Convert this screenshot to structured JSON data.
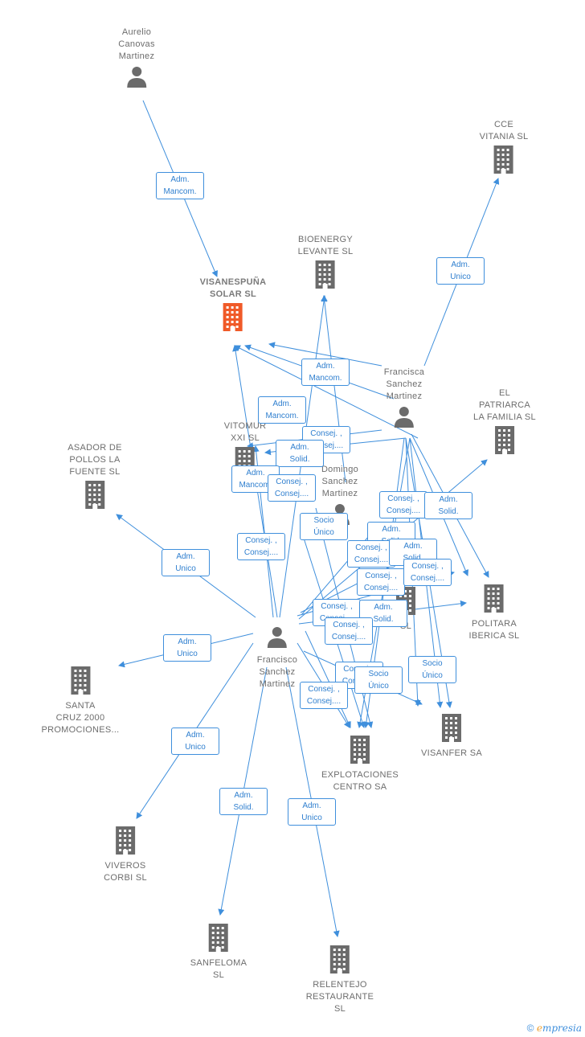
{
  "colors": {
    "edge": "#3f8fdc",
    "person": "#6b6b6b",
    "company": "#6b6b6b",
    "main_company": "#f05a28"
  },
  "nodes": [
    {
      "id": "aurelio",
      "type": "person",
      "label": "Aurelio\nCanovas\nMartinez",
      "icon": "person-icon"
    },
    {
      "id": "visanespuna",
      "type": "main-company",
      "label": "VISANESPUÑA\nSOLAR SL",
      "icon": "building-icon"
    },
    {
      "id": "bioenergy",
      "type": "company",
      "label": "BIOENERGY\nLEVANTE SL",
      "icon": "building-icon"
    },
    {
      "id": "cce",
      "type": "company",
      "label": "CCE\nVITANIA SL",
      "icon": "building-icon"
    },
    {
      "id": "francisca",
      "type": "person",
      "label": "Francisca\nSanchez\nMartinez",
      "icon": "person-icon"
    },
    {
      "id": "patriarca",
      "type": "company",
      "label": "EL\nPATRIARCA\nLA FAMILIA SL",
      "icon": "building-icon"
    },
    {
      "id": "vitomur",
      "type": "company",
      "label": "VITOMUR\nXXI SL",
      "icon": "building-icon"
    },
    {
      "id": "domingo",
      "type": "person",
      "label": "Domingo\nSanchez\nMartinez",
      "icon": "person-icon"
    },
    {
      "id": "asador",
      "type": "company",
      "label": "ASADOR DE\nPOLLOS LA\nFUENTE SL",
      "icon": "building-icon"
    },
    {
      "id": "politara",
      "type": "company",
      "label": "POLITARA\nIBERICA SL",
      "icon": "building-icon"
    },
    {
      "id": "hidden_sl",
      "type": "company",
      "label": "SL",
      "icon": "building-icon"
    },
    {
      "id": "francisco",
      "type": "person",
      "label": "Francisco\nSanchez\nMartinez",
      "icon": "person-icon"
    },
    {
      "id": "santacruz",
      "type": "company",
      "label": "SANTA\nCRUZ 2000\nPROMOCIONES...",
      "icon": "building-icon"
    },
    {
      "id": "explotaciones",
      "type": "company",
      "label": "EXPLOTACIONES\nCENTRO SA",
      "icon": "building-icon"
    },
    {
      "id": "visanfer",
      "type": "company",
      "label": "VISANFER SA",
      "icon": "building-icon"
    },
    {
      "id": "viveros",
      "type": "company",
      "label": "VIVEROS\nCORBI SL",
      "icon": "building-icon"
    },
    {
      "id": "sanfeloma",
      "type": "company",
      "label": "SANFELOMA\nSL",
      "icon": "building-icon"
    },
    {
      "id": "relentejo",
      "type": "company",
      "label": "RELENTEJO\nRESTAURANTE\nSL",
      "icon": "building-icon"
    }
  ],
  "relations": [
    {
      "label": "Adm.\nMancom."
    },
    {
      "label": "Adm.\nUnico"
    },
    {
      "label": "Adm.\nMancom."
    },
    {
      "label": "Adm.\nMancom."
    },
    {
      "label": "Consej. ,\nConsej...."
    },
    {
      "label": "Adm.\nSolid."
    },
    {
      "label": "Adm.\nMancom."
    },
    {
      "label": "Consej. ,\nConsej...."
    },
    {
      "label": "Consej. ,\nConsej...."
    },
    {
      "label": "Socio\nÚnico"
    },
    {
      "label": "Consej. ,\nConsej...."
    },
    {
      "label": "Adm.\nSolid."
    },
    {
      "label": "Adm.\nSolid."
    },
    {
      "label": "Consej. ,\nConsej...."
    },
    {
      "label": "Adm.\nSolid."
    },
    {
      "label": "Consej. ,\nConsej...."
    },
    {
      "label": "Consej. ,\nConsej...."
    },
    {
      "label": "Consej. ,\nConsej...."
    },
    {
      "label": "Adm.\nSolid."
    },
    {
      "label": "Consej. ,\nConsej...."
    },
    {
      "label": "Adm.\nUnico"
    },
    {
      "label": "Adm.\nUnico"
    },
    {
      "label": "Consej. ,\nConsej...."
    },
    {
      "label": "Socio\nÚnico"
    },
    {
      "label": "Socio\nÚnico"
    },
    {
      "label": "Consej. ,\nConsej...."
    },
    {
      "label": "Adm.\nUnico"
    },
    {
      "label": "Adm.\nSolid."
    },
    {
      "label": "Adm.\nUnico"
    }
  ],
  "footer": {
    "copyright": "©",
    "brand_first": "e",
    "brand_rest": "mpresia"
  }
}
